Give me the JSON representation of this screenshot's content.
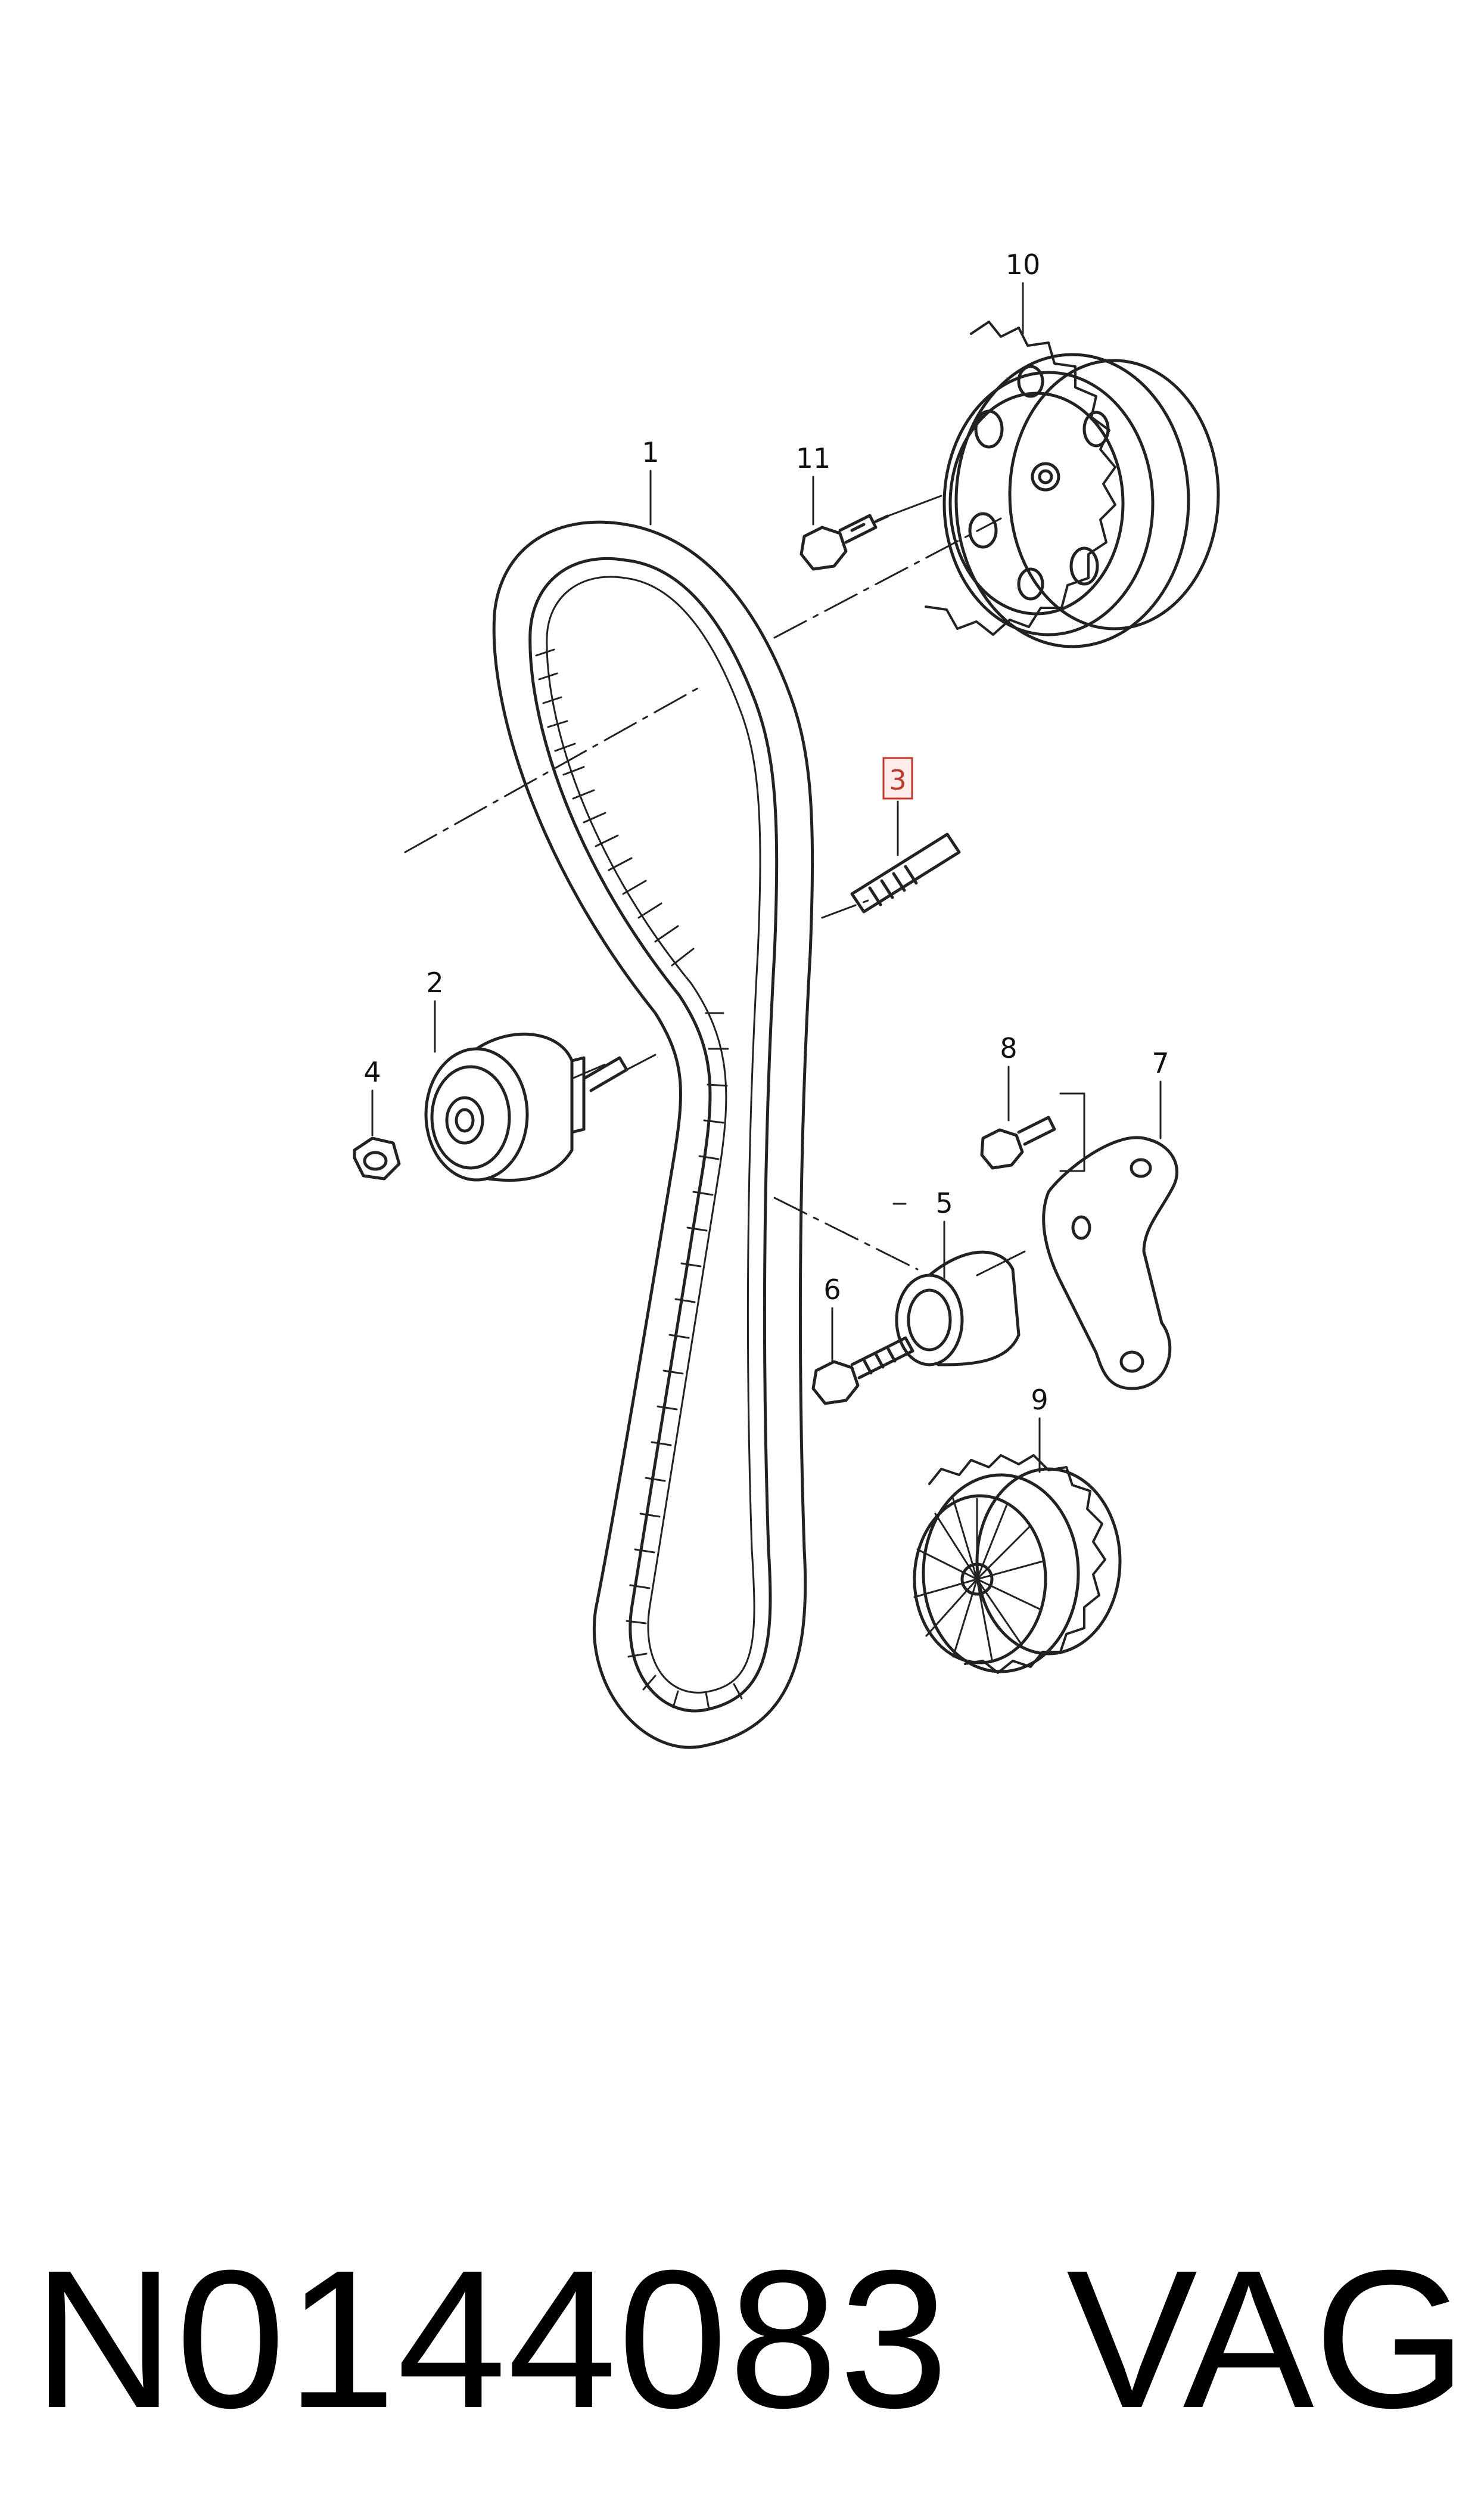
{
  "diagram": {
    "callouts": [
      "1",
      "2",
      "3",
      "4",
      "5",
      "6",
      "7",
      "8",
      "9",
      "10",
      "11"
    ],
    "highlighted_callout": "3"
  },
  "footer": {
    "part_number": "N0144083",
    "brand": "VAG"
  },
  "colors": {
    "line": "#222222",
    "highlight": "#c0392b",
    "highlight_fill": "#fdecea"
  }
}
